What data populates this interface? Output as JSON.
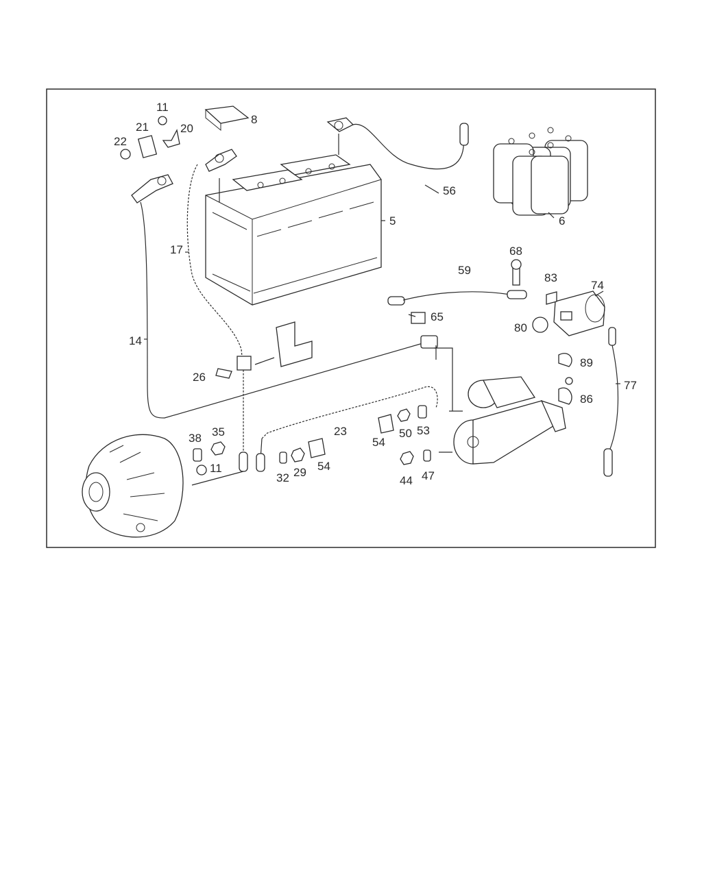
{
  "diagram": {
    "frame_color": "#2a2a2a",
    "labels": {
      "p5": "5",
      "p6": "6",
      "p8": "8",
      "p11a": "11",
      "p11b": "11",
      "p14": "14",
      "p17": "17",
      "p20": "20",
      "p21": "21",
      "p22": "22",
      "p23": "23",
      "p26": "26",
      "p29": "29",
      "p32": "32",
      "p35": "35",
      "p38": "38",
      "p44": "44",
      "p47": "47",
      "p50": "50",
      "p53": "53",
      "p54a": "54",
      "p54b": "54",
      "p56": "56",
      "p59": "59",
      "p65": "65",
      "p68": "68",
      "p74": "74",
      "p77": "77",
      "p80": "80",
      "p83": "83",
      "p86": "86",
      "p89": "89"
    }
  }
}
